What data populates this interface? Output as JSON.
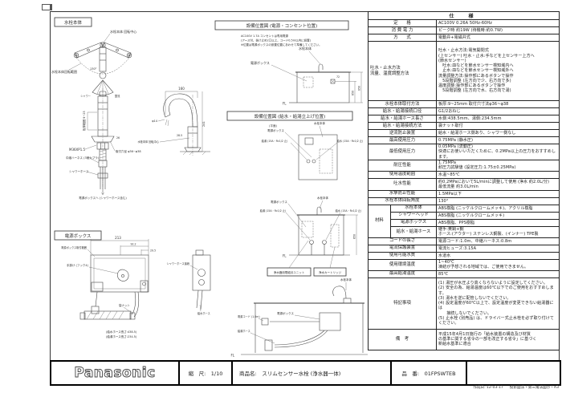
{
  "spec": {
    "header": "仕　様",
    "rows": [
      {
        "label": "定　　格",
        "value": "AC100V 0.26A 50Hz-60Hz"
      },
      {
        "label": "消 費 電 力",
        "value": "ピーク時 約19W (待機時:約0.7W)"
      },
      {
        "label": "方　　式",
        "value": "電動弁+電磁弁式"
      },
      {
        "label": "吐水・止水方法\n流量、温度調整方法",
        "value": "吐水・止水方法:電気開閉式\n(上センサー) 吐水・止水:手などを上センサー上方へ\n(節水センサー)\n　吐水:皿などを節水センサー検知域内へ\n　止水:皿などを節水センサー検知域外へ\n流量調整方法:操作部にあるボタンで操作\n　5段階調整 (左方向で少、右方向で多)\n温度調整:操作部にあるボタンで操作\n　5段階調整 (左方向で水、右方向で湯)"
      },
      {
        "label": "水栓本体取付方法",
        "value": "板厚:9~25mm 取付穴寸法φ36~φ38"
      },
      {
        "label": "給水・給湯接続口径",
        "value": "G1/2おねじ"
      },
      {
        "label": "給水・給湯ホース長さ",
        "value": "水側:438.5mm、湯側:234.5mm"
      },
      {
        "label": "給水・給湯接続方法",
        "value": "袋ナット取付"
      },
      {
        "label": "逆流防止装置",
        "value": "給水・給湯ホース側あり、シャワー側なし"
      },
      {
        "label": "最高使用圧力",
        "value": "0.75MPa (静水圧)"
      },
      {
        "label": "最低使用圧力",
        "value": "0.05MPa (流動圧)\n快適にお使いいただくために、0.2MPa以上の圧力をおすすめします。"
      },
      {
        "label": "耐圧性能",
        "value": "1.75MPa\n耐圧力試験値 (設定圧力:1.75±0.25MPa)"
      },
      {
        "label": "使用温度範囲",
        "value": "水温~85℃"
      },
      {
        "label": "吐水性能",
        "value": "約0.2MPaにおいて5L/minに調整して使用 (浄水 約2.0L/分)\n最低流量 約3.0L/min"
      },
      {
        "label": "水撃防止性能",
        "value": "1.5MPa以下"
      },
      {
        "label": "水栓本体回転角度",
        "value": "130°"
      }
    ],
    "material": {
      "label": "材料",
      "items": [
        {
          "label": "水栓本体",
          "value": "ABS樹脂 (ニッケルクロームメッキ)、アクリル樹脂"
        },
        {
          "label": "シャワーヘッド",
          "value": "ABS樹脂 (ニッケルクロームメッキ)"
        },
        {
          "label": "電源ボックス",
          "value": "ABS樹脂、PPS樹脂"
        },
        {
          "label": "給水・給湯ホース",
          "value": "継手:黄銅+鋼\nホース:(アウター) ステンレス鋼製、(インナー) TPE製"
        }
      ]
    },
    "rows2": [
      {
        "label": "コードの長さ",
        "value": "電源コード:1.0m、中継ハーネス:0.8m"
      },
      {
        "label": "電流保護装置",
        "value": "電流ヒューズ:3.15A"
      },
      {
        "label": "使用可能水質",
        "value": "水道水"
      },
      {
        "label": "使用環境温度",
        "value": "1~40℃\n凍結が予想される地域では、ご使用できません。"
      },
      {
        "label": "最高給湯温度",
        "value": "85℃"
      },
      {
        "label": "特記事項",
        "value": "(1) 湯圧が水圧より高くならないように設定してください。\n(2) 安全の為、給湯温度は60℃以下でのご使用をおすすめします。\n(3) 湯水を逆に配管しないでください。\n(4) 設定温度が60℃以上で、設定温度が変更できない給湯器には\n　　接続しないでください。\n(5) 止水栓 (別売品) は、ドライバー式止水栓を必ず取り付けてください。"
      },
      {
        "label": "備　考",
        "value": "平成15年4月1日施行の「給水装置の構造及び材質\nの基準に関する省令の一部を改正する省令」に基づく\n新給水基準に適合"
      }
    ]
  },
  "titleblock": {
    "logo": "Panasonic",
    "scale": "縮　尺:　1/10",
    "product": "商品名:　スリムセンサー水栓 (浄水器一体)",
    "model": "品　番:　01FPSWTEB",
    "created": "作成日:'12-03-17",
    "format_note": "投影図法・第三角法図示・A3"
  },
  "drawings": {
    "faucet_section": "水栓本体",
    "power_section": "電源ボックス",
    "top_view": {
      "rotation_center": "水栓本体 回転中心",
      "rotation_range": "水栓本体回転範囲",
      "angle": "130°",
      "shower": "シャワー",
      "straight": "整流"
    },
    "front_view": {
      "plate_range": "板厚範囲 9~25",
      "thread": "M36XP1.5",
      "harness": "中継ハーネス (3極カプラ)",
      "shower_hose": "シャワーホース",
      "hole": "取付穴径 φ36~φ38",
      "dim26": "26",
      "to_box": "電源ボックスへ (シャワーホース含む)"
    },
    "side_view": {
      "dim160": "160",
      "phi14": "φ14",
      "dim241": "241",
      "dim285": "28.5",
      "center": "水栓本体 回転中心"
    },
    "callout1": {
      "title": "設備位置図 (電源・コンセント位置)",
      "note1": "AC100V 1.7A コンセントは専用電源",
      "note2": "(アース付、抜け止め2口以上、コード0.5m以内に設置)",
      "note3": "※位置は電源ボックスの設置位置にあわせて準備してください。",
      "faucet": "水栓本体",
      "box": "電源ボックス",
      "fl": "FL",
      "dim650": "650",
      "dim850": "850",
      "dim72": "72"
    },
    "callout2": {
      "title": "設備位置図 (給水・給湯立上げ位置)",
      "plan": "(平面)",
      "faucet": "水栓本体",
      "box": "電源ボックス",
      "hot": "給湯 (15A・Rc1/2 止)",
      "cold": "給水 (15A・Rc1/2 止)",
      "fl": "FL",
      "dim": "650",
      "unit": "浄水器用電磁弁ユニット",
      "cartridge": "浄水カートリッジ"
    },
    "side_elev": {
      "faucet": "水栓本体",
      "box": "電源ボックス",
      "cord": "電源コード (1.0m)",
      "hot_hose": "給湯ホース",
      "fl": "FL"
    },
    "power_view": {
      "range": "電源ボックス取付範囲",
      "grip": "手掛け (フック4)",
      "nut": "袋ナット",
      "dim213": "213",
      "dim922": "92.2",
      "dim295": "29.5",
      "hose_w": "(給水ホース長さ:438.5)",
      "hose_h": "(給湯ホース長さ:234.5)",
      "shower_conn": "シャワーホース接続",
      "supply": "給水ホース"
    }
  }
}
